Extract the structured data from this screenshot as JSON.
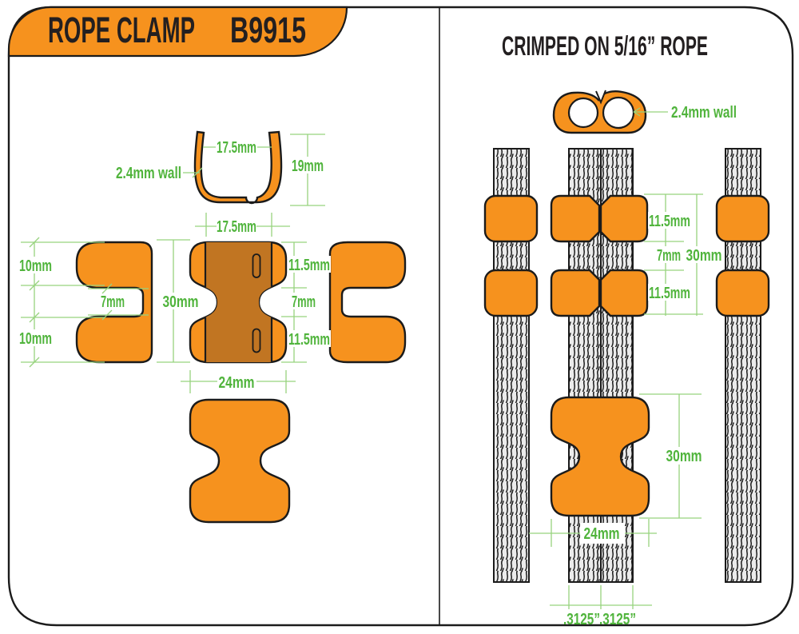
{
  "colors": {
    "orange": "#F6921E",
    "brown": "#C17522",
    "green_text": "#50B43C",
    "green_line": "#97D37E",
    "ink": "#1B1B1B",
    "rope_fill": "#EBEBEB",
    "text_dark": "#231F20"
  },
  "banner": {
    "title": "ROPE CLAMP",
    "part_number": "B9915"
  },
  "right_panel": {
    "title": "CRIMPED ON 5/16” ROPE"
  },
  "left_dims": {
    "inner_width": "17.5mm",
    "wall": "2.4mm wall",
    "height": "19mm",
    "base_width": "17.5mm",
    "tab_top": "10mm",
    "side_gap": "7mm",
    "overall_height": "30mm",
    "tab_bottom": "10mm",
    "flange_top": "11.5mm",
    "front_gap": "7mm",
    "flange_bottom": "11.5mm",
    "front_width": "24mm"
  },
  "right_dims": {
    "wall": "2.4mm wall",
    "flange_top": "11.5mm",
    "gap": "7mm",
    "overall_height": "30mm",
    "flange_bottom": "11.5mm",
    "clamp_height": "30mm",
    "clamp_width": "24mm",
    "rope_left": ".3125”",
    "rope_right": ".3125”"
  }
}
